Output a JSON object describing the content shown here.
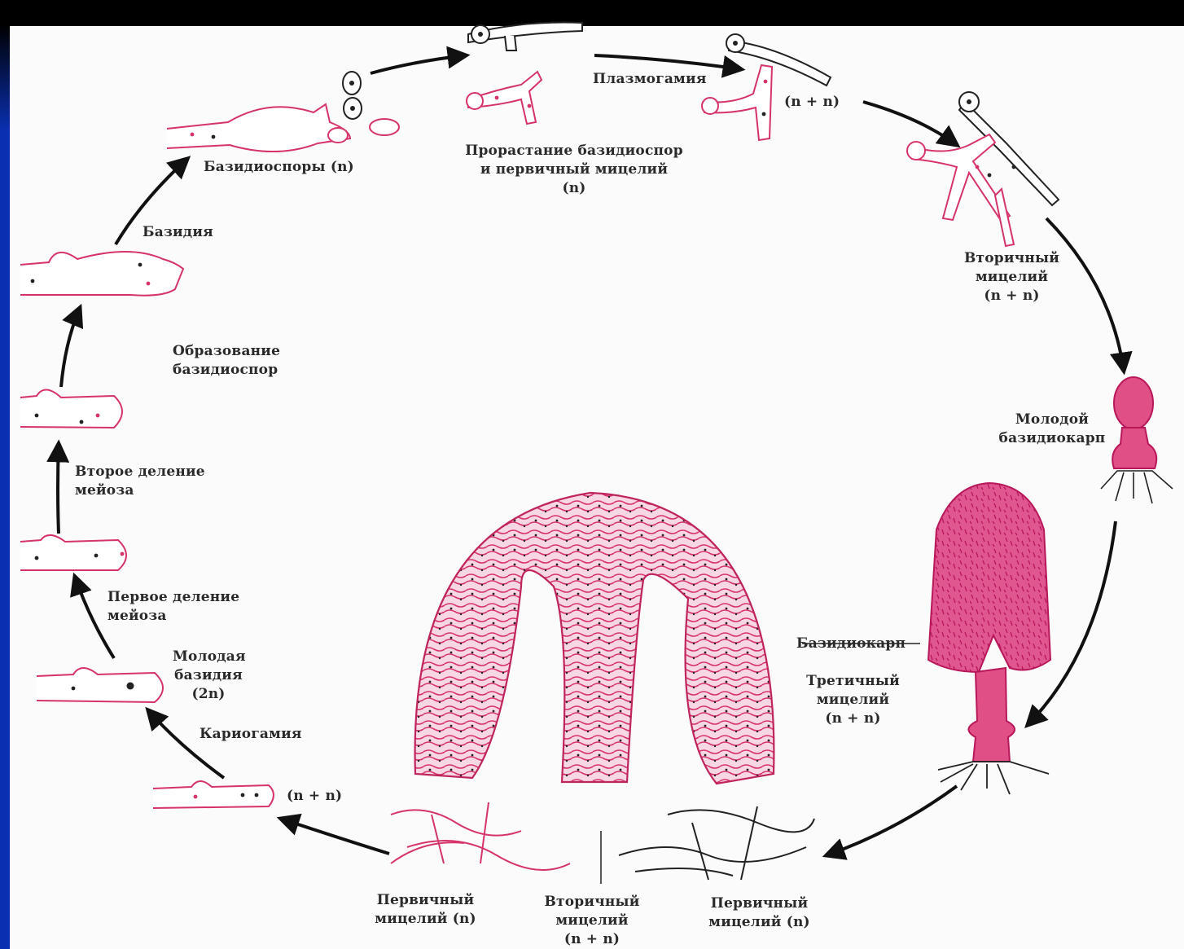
{
  "colors": {
    "haploid_stroke": "#d6336c",
    "fill_pink": "#e04f86",
    "dark": "#222222",
    "background": "#0a2fb0"
  },
  "labels": {
    "plasmogamy": "Плазмогамия",
    "n_plus_n_top": "(n + n)",
    "germination": "Прорастание базидиоспор\nи первичный мицелий\n(n)",
    "basidiospores": "Базидиоспоры (n)",
    "basidium": "Базидия",
    "spore_formation": "Образование\nбазидиоспор",
    "second_division": "Второе деление\nмейоза",
    "first_division": "Первое деление\nмейоза",
    "young_basidium": "Молодая\nбазидия\n(2n)",
    "karyogamy": "Кариогамия",
    "n_plus_n_left": "(n + n)",
    "secondary_mycelium_right": "Вторичный\nмицелий\n(n + n)",
    "young_basidiocarp": "Молодой\nбазидиокарп",
    "basidiocarp": "Базидиокарп",
    "tertiary_mycelium": "Третичный\nмицелий\n(n + n)",
    "primary_mycelium_left": "Первичный\nмицелий (n)",
    "secondary_mycelium_bottom": "Вторичный\nмицелий\n(n + n)",
    "primary_mycelium_right": "Первичный\nмицелий (n)"
  }
}
